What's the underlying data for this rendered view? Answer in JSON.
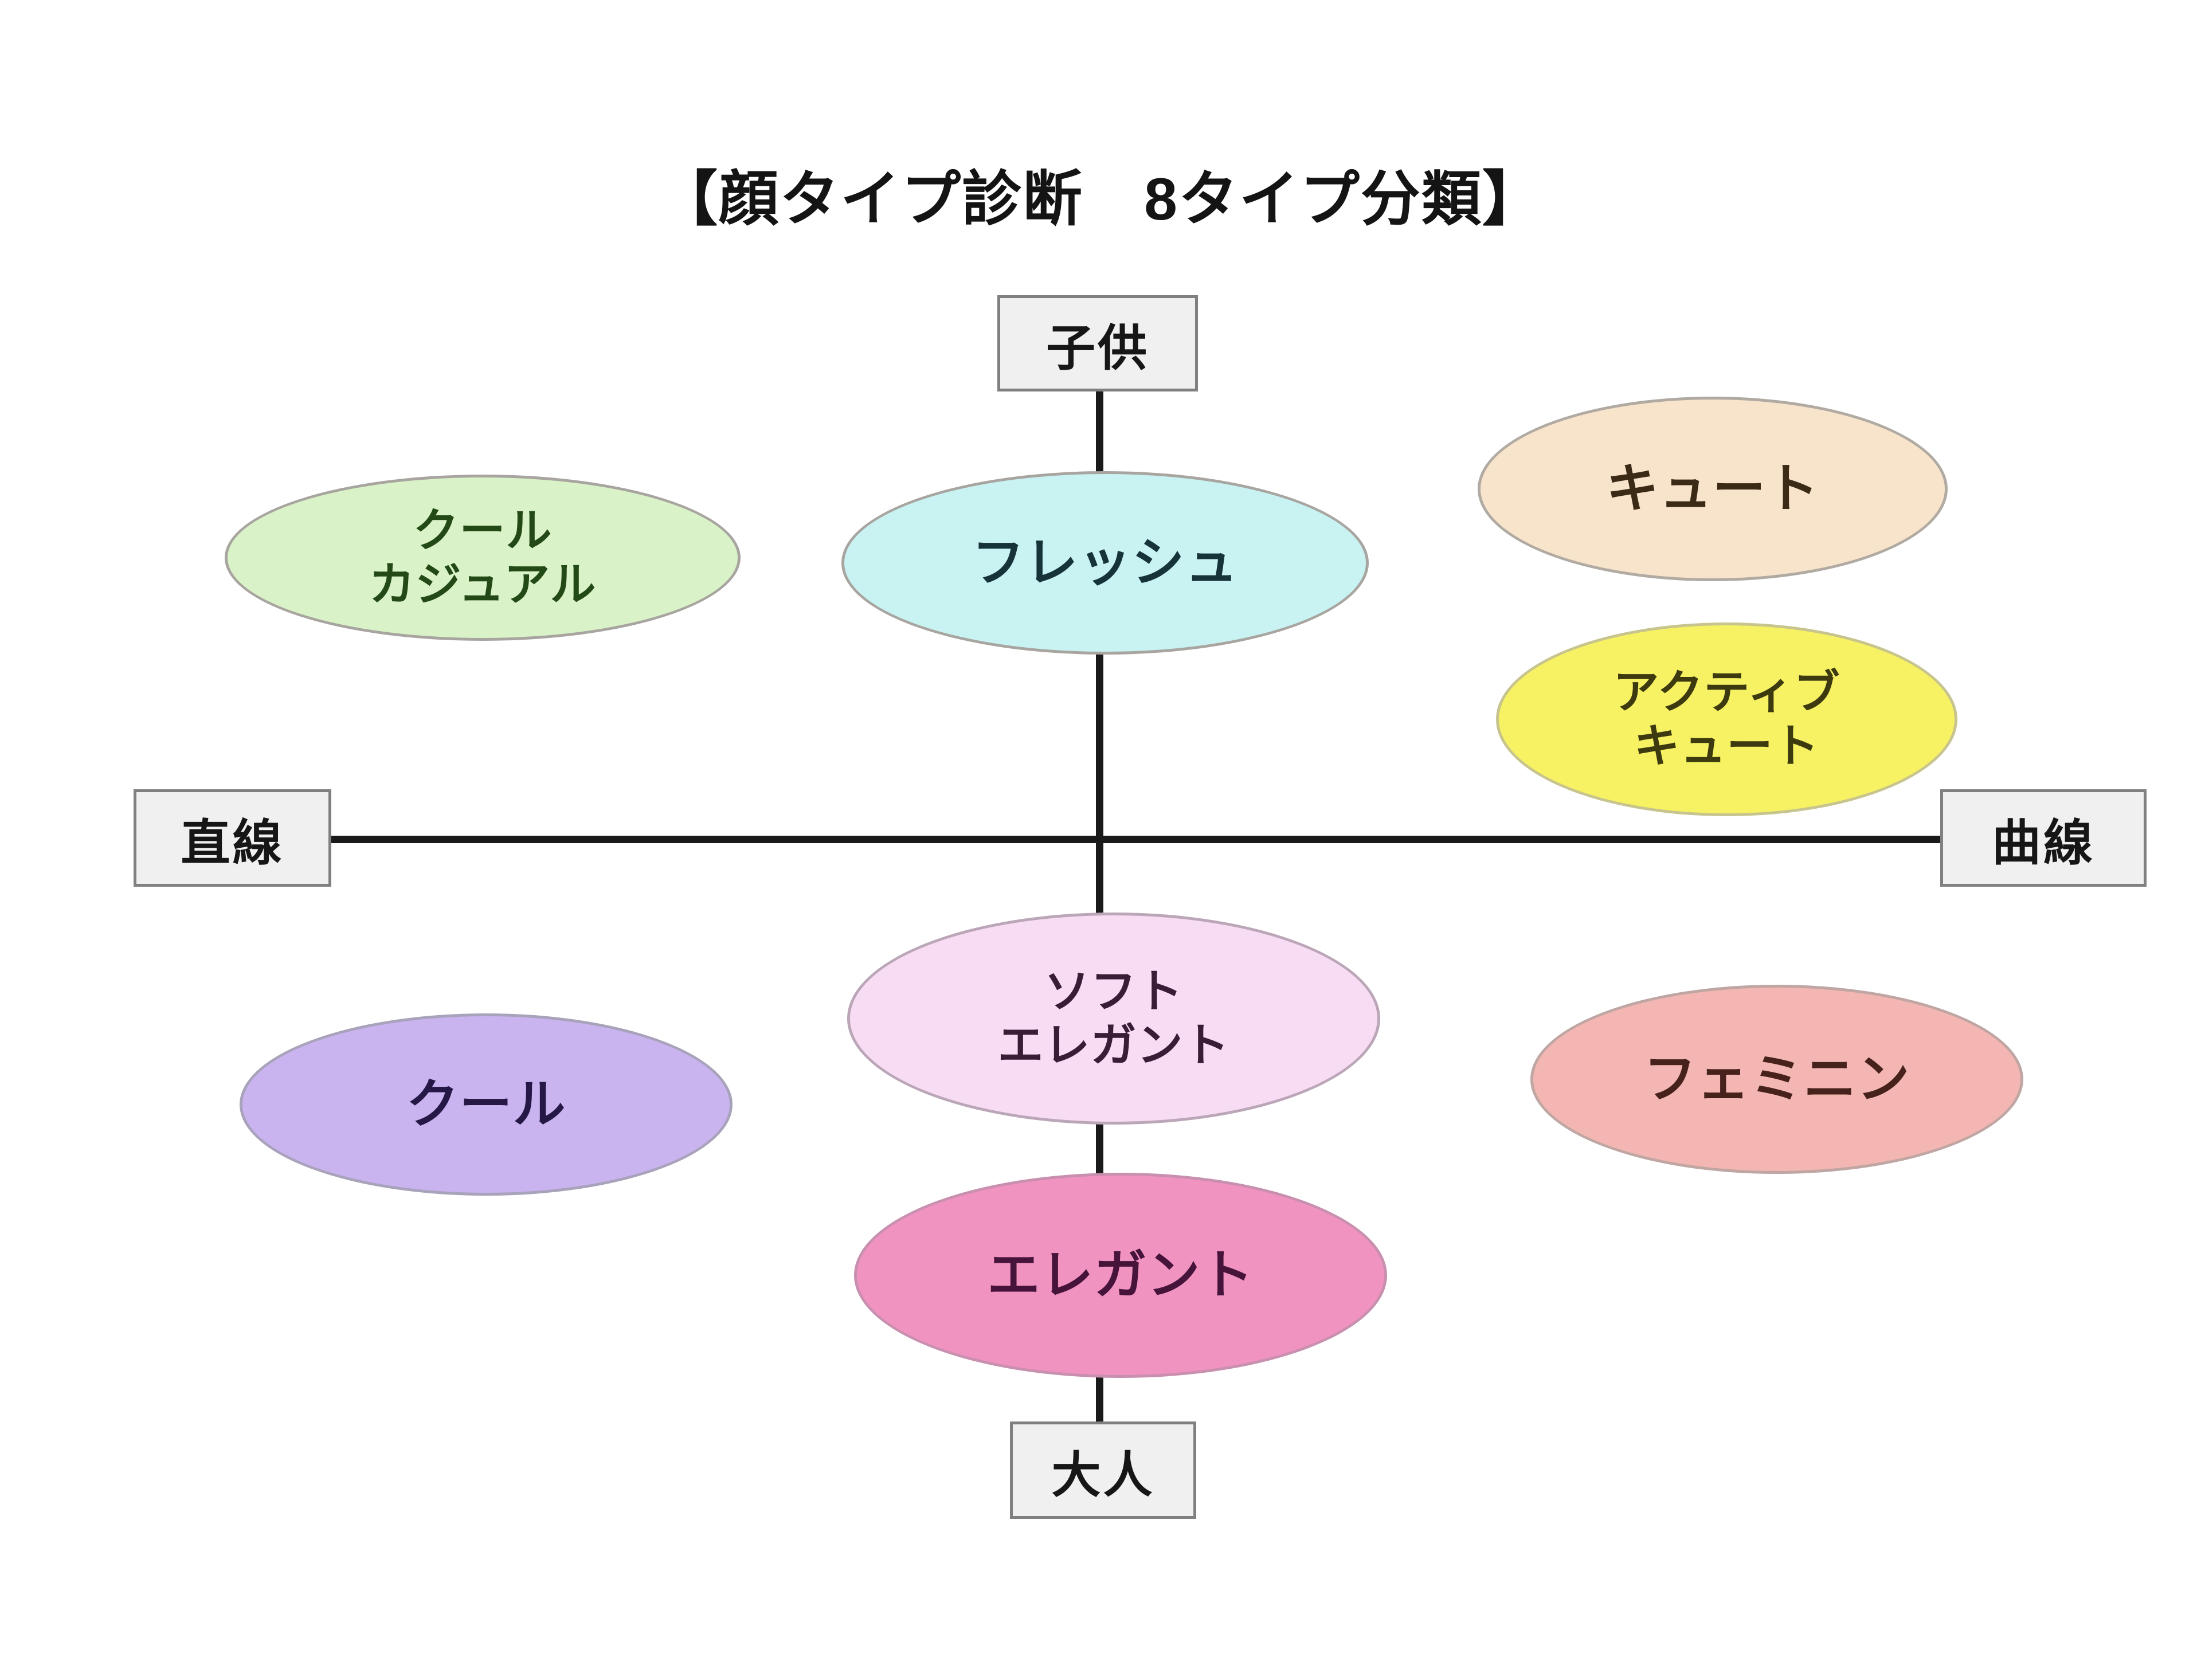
{
  "title": "【顔タイプ診断　8タイプ分類】",
  "axes": {
    "top": {
      "label": "子供",
      "meaning": "child"
    },
    "bottom": {
      "label": "大人",
      "meaning": "adult"
    },
    "left": {
      "label": "直線",
      "meaning": "straight"
    },
    "right": {
      "label": "曲線",
      "meaning": "curved"
    }
  },
  "types": [
    {
      "id": "cool-casual",
      "lines": [
        "クール",
        "カジュアル"
      ],
      "fill": "#d9f2c8",
      "text": "#234a16",
      "border": "#a8a5a0"
    },
    {
      "id": "fresh",
      "lines": [
        "フレッシュ"
      ],
      "fill": "#c9f2f2",
      "text": "#16333a",
      "border": "#a8a5a0"
    },
    {
      "id": "cute",
      "lines": [
        "キュート"
      ],
      "fill": "#f8e3cb",
      "text": "#3b2a16",
      "border": "#b0aaa2"
    },
    {
      "id": "active-cute",
      "lines": [
        "アクティブ",
        "キュート"
      ],
      "fill": "#f6f263",
      "text": "#3d3a10",
      "border": "#c8c48e"
    },
    {
      "id": "cool",
      "lines": [
        "クール"
      ],
      "fill": "#c9b4ef",
      "text": "#261846",
      "border": "#a9a2bb"
    },
    {
      "id": "soft-elegant",
      "lines": [
        "ソフト",
        "エレガント"
      ],
      "fill": "#f7dcf4",
      "text": "#3a1c37",
      "border": "#bba6b8"
    },
    {
      "id": "feminine",
      "lines": [
        "フェミニン"
      ],
      "fill": "#f3b6b2",
      "text": "#47211c",
      "border": "#bfa6a3"
    },
    {
      "id": "elegant",
      "lines": [
        "エレガント"
      ],
      "fill": "#f093c0",
      "text": "#46143a",
      "border": "#c98fae"
    }
  ],
  "colors": {
    "background": "#ffffff",
    "axis_line": "#1a1a1a",
    "axis_box_fill": "#f0f0f0",
    "axis_box_border": "#808080",
    "title_text": "#141414"
  }
}
